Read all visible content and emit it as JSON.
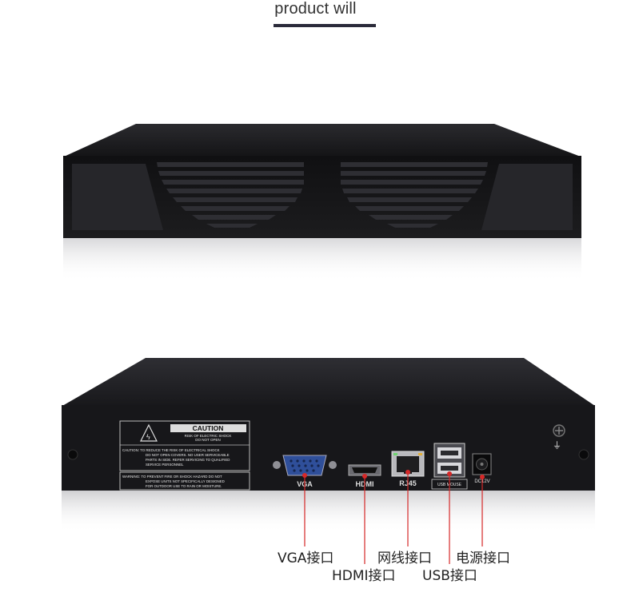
{
  "heading": {
    "title": "product will"
  },
  "device_print": {
    "caution_title": "CAUTION",
    "caution_sub1": "RISK OF ELECTRIC SHOCK",
    "caution_sub2": "DO NOT OPEN",
    "caution_body1": "CAUTION: TO REDUCE THE RISK OF ELECTRICAL SHOCK",
    "caution_body2": "DO NOT OPEN COVERS. NO USER SERVICEABLE",
    "caution_body3": "PARTS IN SIDE. REFER SERVICING TO QUALIFIED",
    "caution_body4": "SERVICE PERSONNEL",
    "warning1": "WARNING: TO PREVENT FIRE OR SHOCK HAZARD DO NOT",
    "warning2": "EXPOSE UNITS NOT SPECIFICALLY DESIGNED",
    "warning3": "FOR OUTDOOR USE TO RAIN OR MOISTURE.",
    "vga_print": "VGA",
    "hdmi_print": "HDMI",
    "rj45_print": "RJ45",
    "usb_print": "USB MOUSE",
    "dc_print": "DC12V"
  },
  "callouts": {
    "vga": "VGA接口",
    "hdmi": "HDMI接口",
    "lan": "网线接口",
    "usb": "USB接口",
    "power": "电源接口"
  },
  "colors": {
    "callout_line": "#d62828",
    "body": "#1a1a1c"
  }
}
